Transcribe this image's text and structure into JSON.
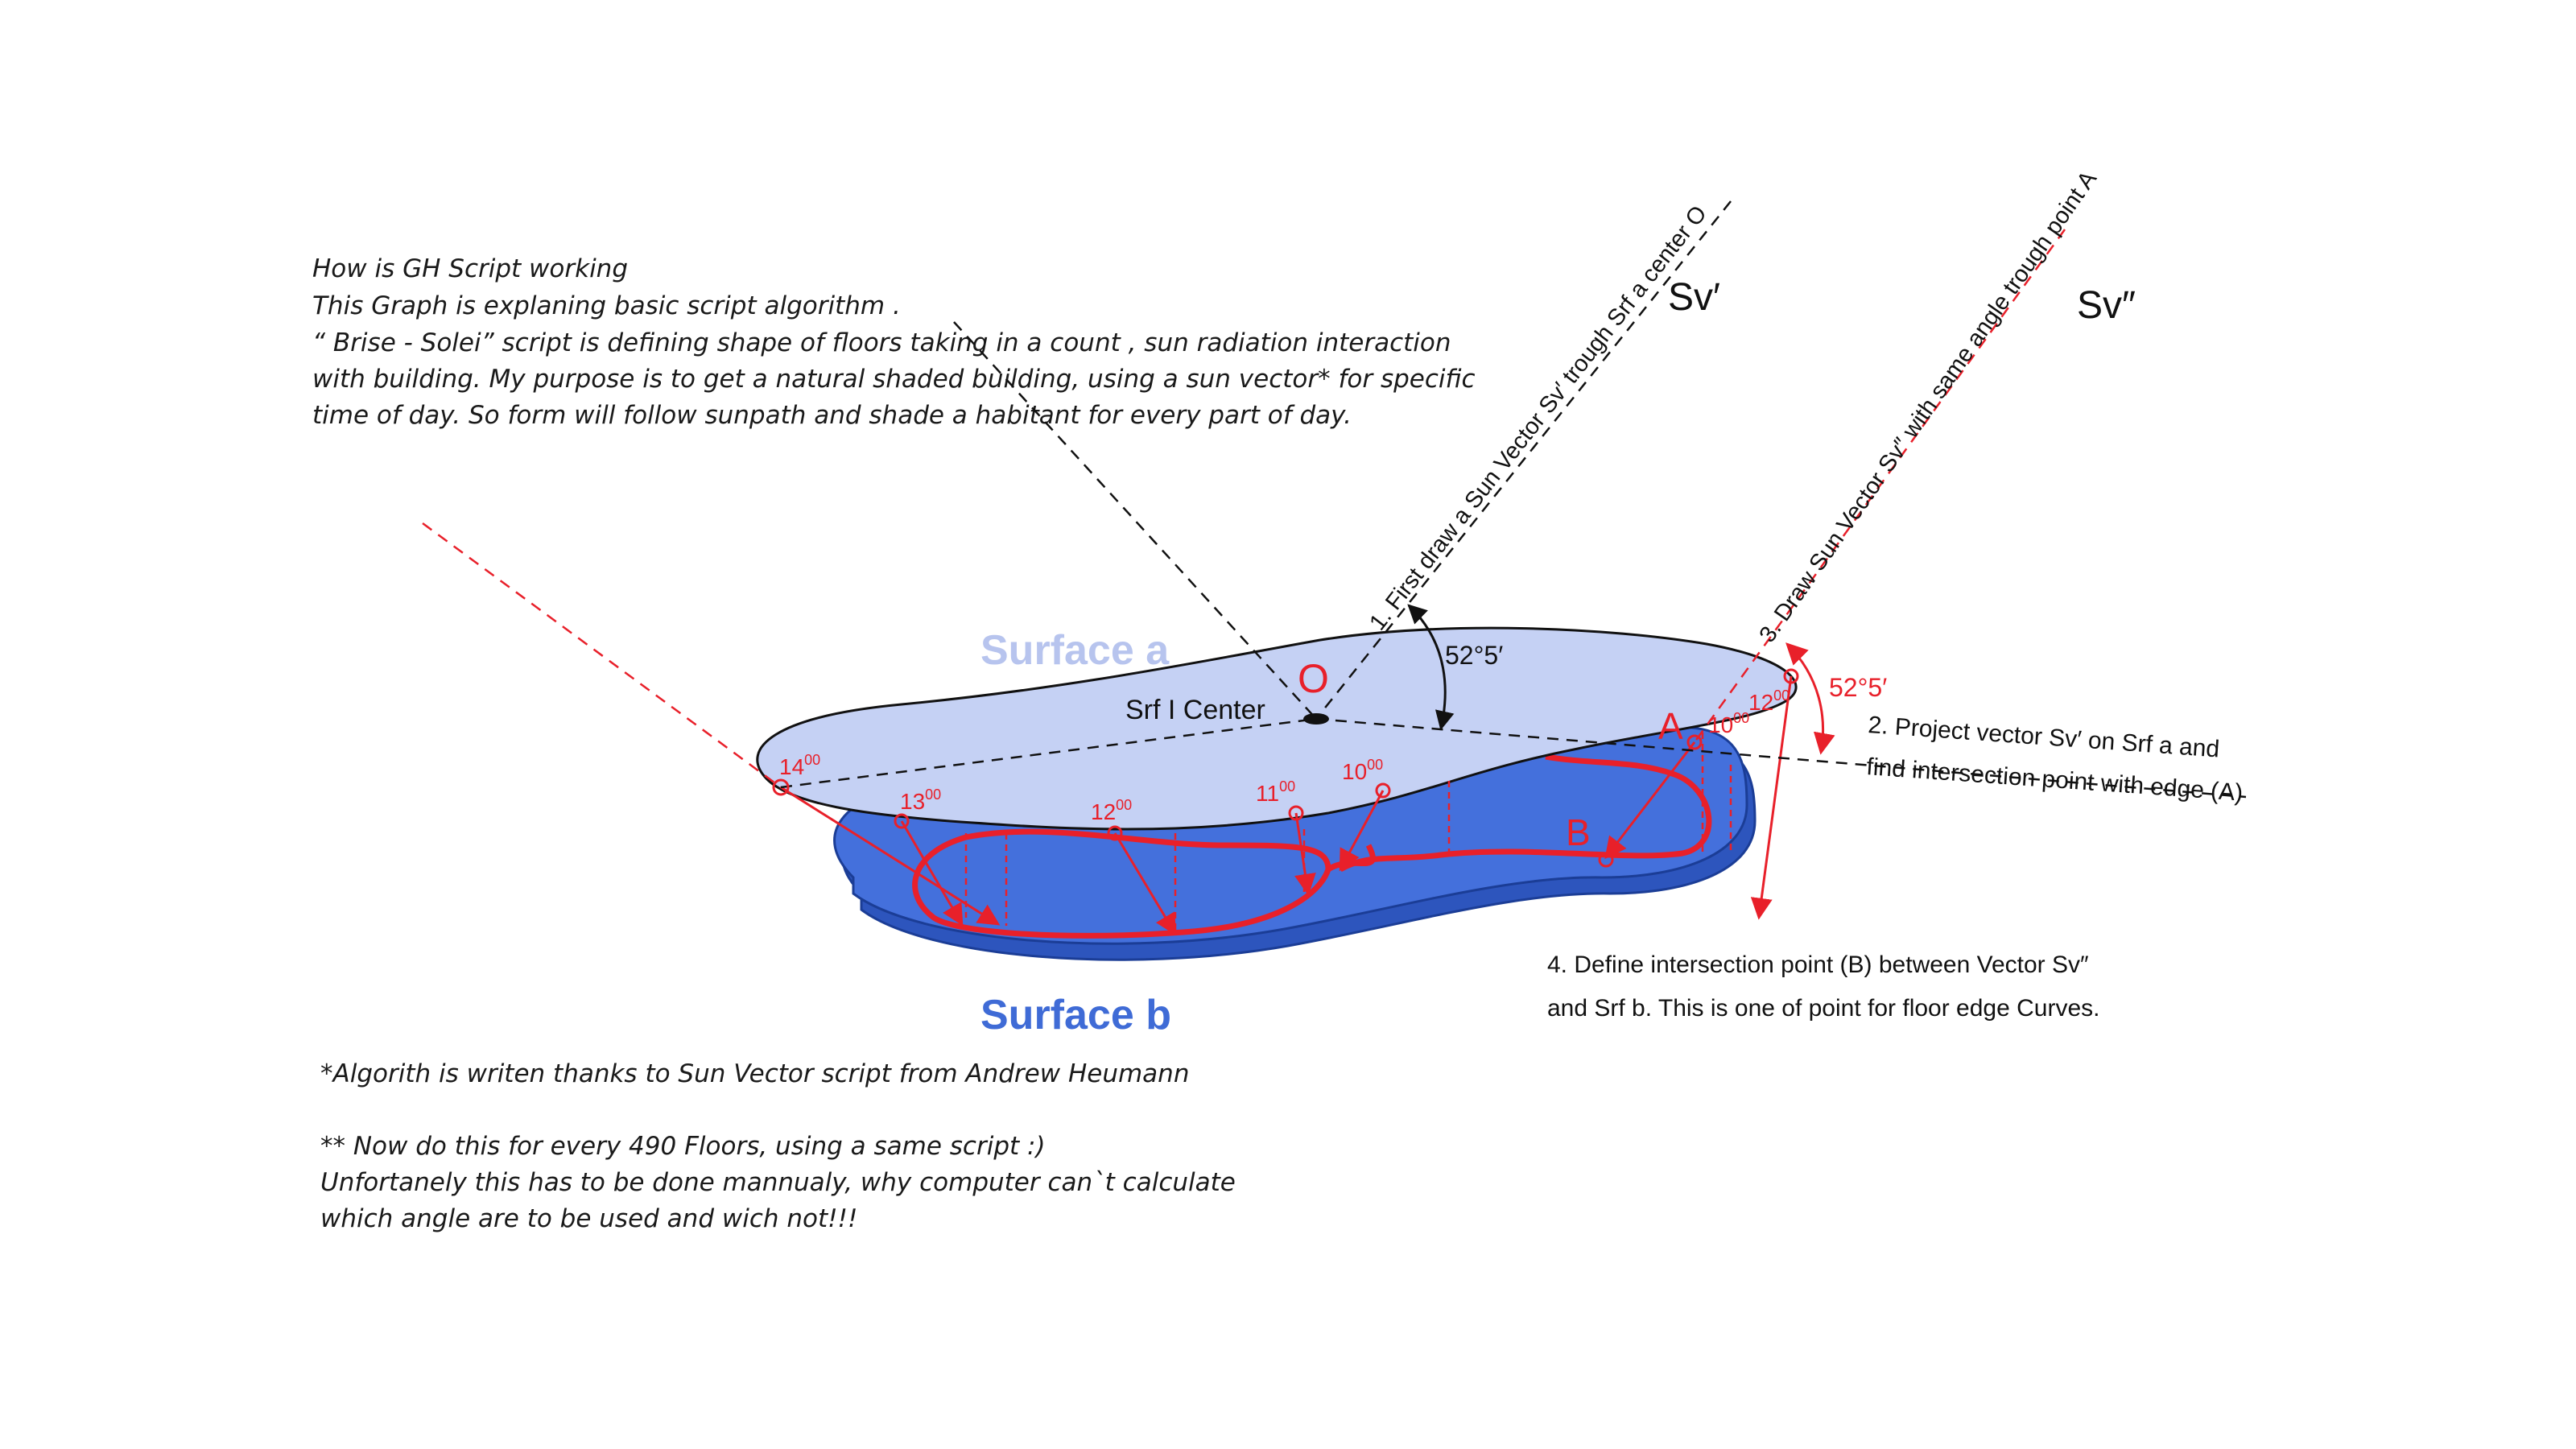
{
  "intro": {
    "title": "How is GH Script working",
    "line1": "This Graph is explaning basic script algorithm .",
    "line2": "“ Brise - Solei” script is defining shape of floors taking in a count , sun radiation  interaction",
    "line3": "with building. My purpose is to get a natural shaded building, using a sun vector* for specific",
    "line4": "time of day. So form will follow sunpath and shade a habitant for every part of day."
  },
  "surfaces": {
    "a_label": "Surface a",
    "b_label": "Surface b",
    "a_color": "#c5d1f4",
    "b_color": "#3f6bd6",
    "b_label_color": "#3f6bd6",
    "a_label_color": "#b7c4ee",
    "curve_color": "#e8202a"
  },
  "points": {
    "center": "O",
    "center_label": "Srf I Center",
    "a": "A",
    "b": "B"
  },
  "angles": {
    "black": "52°5′",
    "red": "52°5′"
  },
  "vectors": {
    "sv1": "Sv′",
    "sv2": "Sv″"
  },
  "times": [
    "1400",
    "1300",
    "1200",
    "1100",
    "1000",
    "1200",
    "1000"
  ],
  "steps": {
    "s1": "1. First draw a Sun Vector Sv′ trough Srf a center O",
    "s2_line1": "2. Project vector Sv′ on Srf a  and",
    "s2_line2": "find intersection point with edge (A)",
    "s3": "3. Draw Sun Vector Sv″ with same angle trough point A",
    "s4_line1": "4. Define intersection point (B) between Vector Sv″",
    "s4_line2": "and Srf b. This is one of point for floor edge Curves."
  },
  "footnotes": {
    "f1": "*Algorith is writen thanks to Sun Vector script from Andrew Heumann",
    "f2": "** Now do this for every 490 Floors, using a same script :)",
    "f3": "Unfortanely this has to be done mannualy, why computer can`t calculate",
    "f4": "which angle are to be used and wich not!!!"
  }
}
